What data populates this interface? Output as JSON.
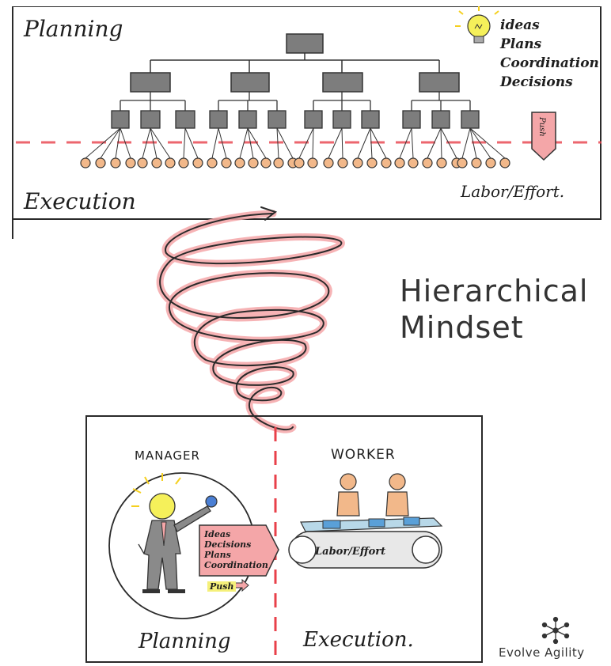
{
  "top_panel": {
    "planning_label": "Planning",
    "execution_label": "Execution",
    "labor_label": "Labor/Effort.",
    "ideas_list": [
      "ideas",
      "Plans",
      "Coordination",
      "Decisions"
    ],
    "push_label": "Push"
  },
  "title": {
    "line1": "Hierarchical",
    "line2": "Mindset"
  },
  "bottom_panel": {
    "manager_label": "MANAGER",
    "worker_label": "WORKER",
    "manager_arrow_items": [
      "Ideas",
      "Decisions",
      "Plans",
      "Coordination"
    ],
    "push_label": "Push",
    "belt_label": "Labor/Effort",
    "planning_label": "Planning",
    "execution_label": "Execution."
  },
  "brand": {
    "name": "Evolve Agility"
  },
  "colors": {
    "accent_red": "#e8404a",
    "pink_fill": "#f4a6a8",
    "orange_node": "#f2b88a",
    "box_gray": "#7d7d7d",
    "bulb_yellow": "#f5f05a"
  }
}
